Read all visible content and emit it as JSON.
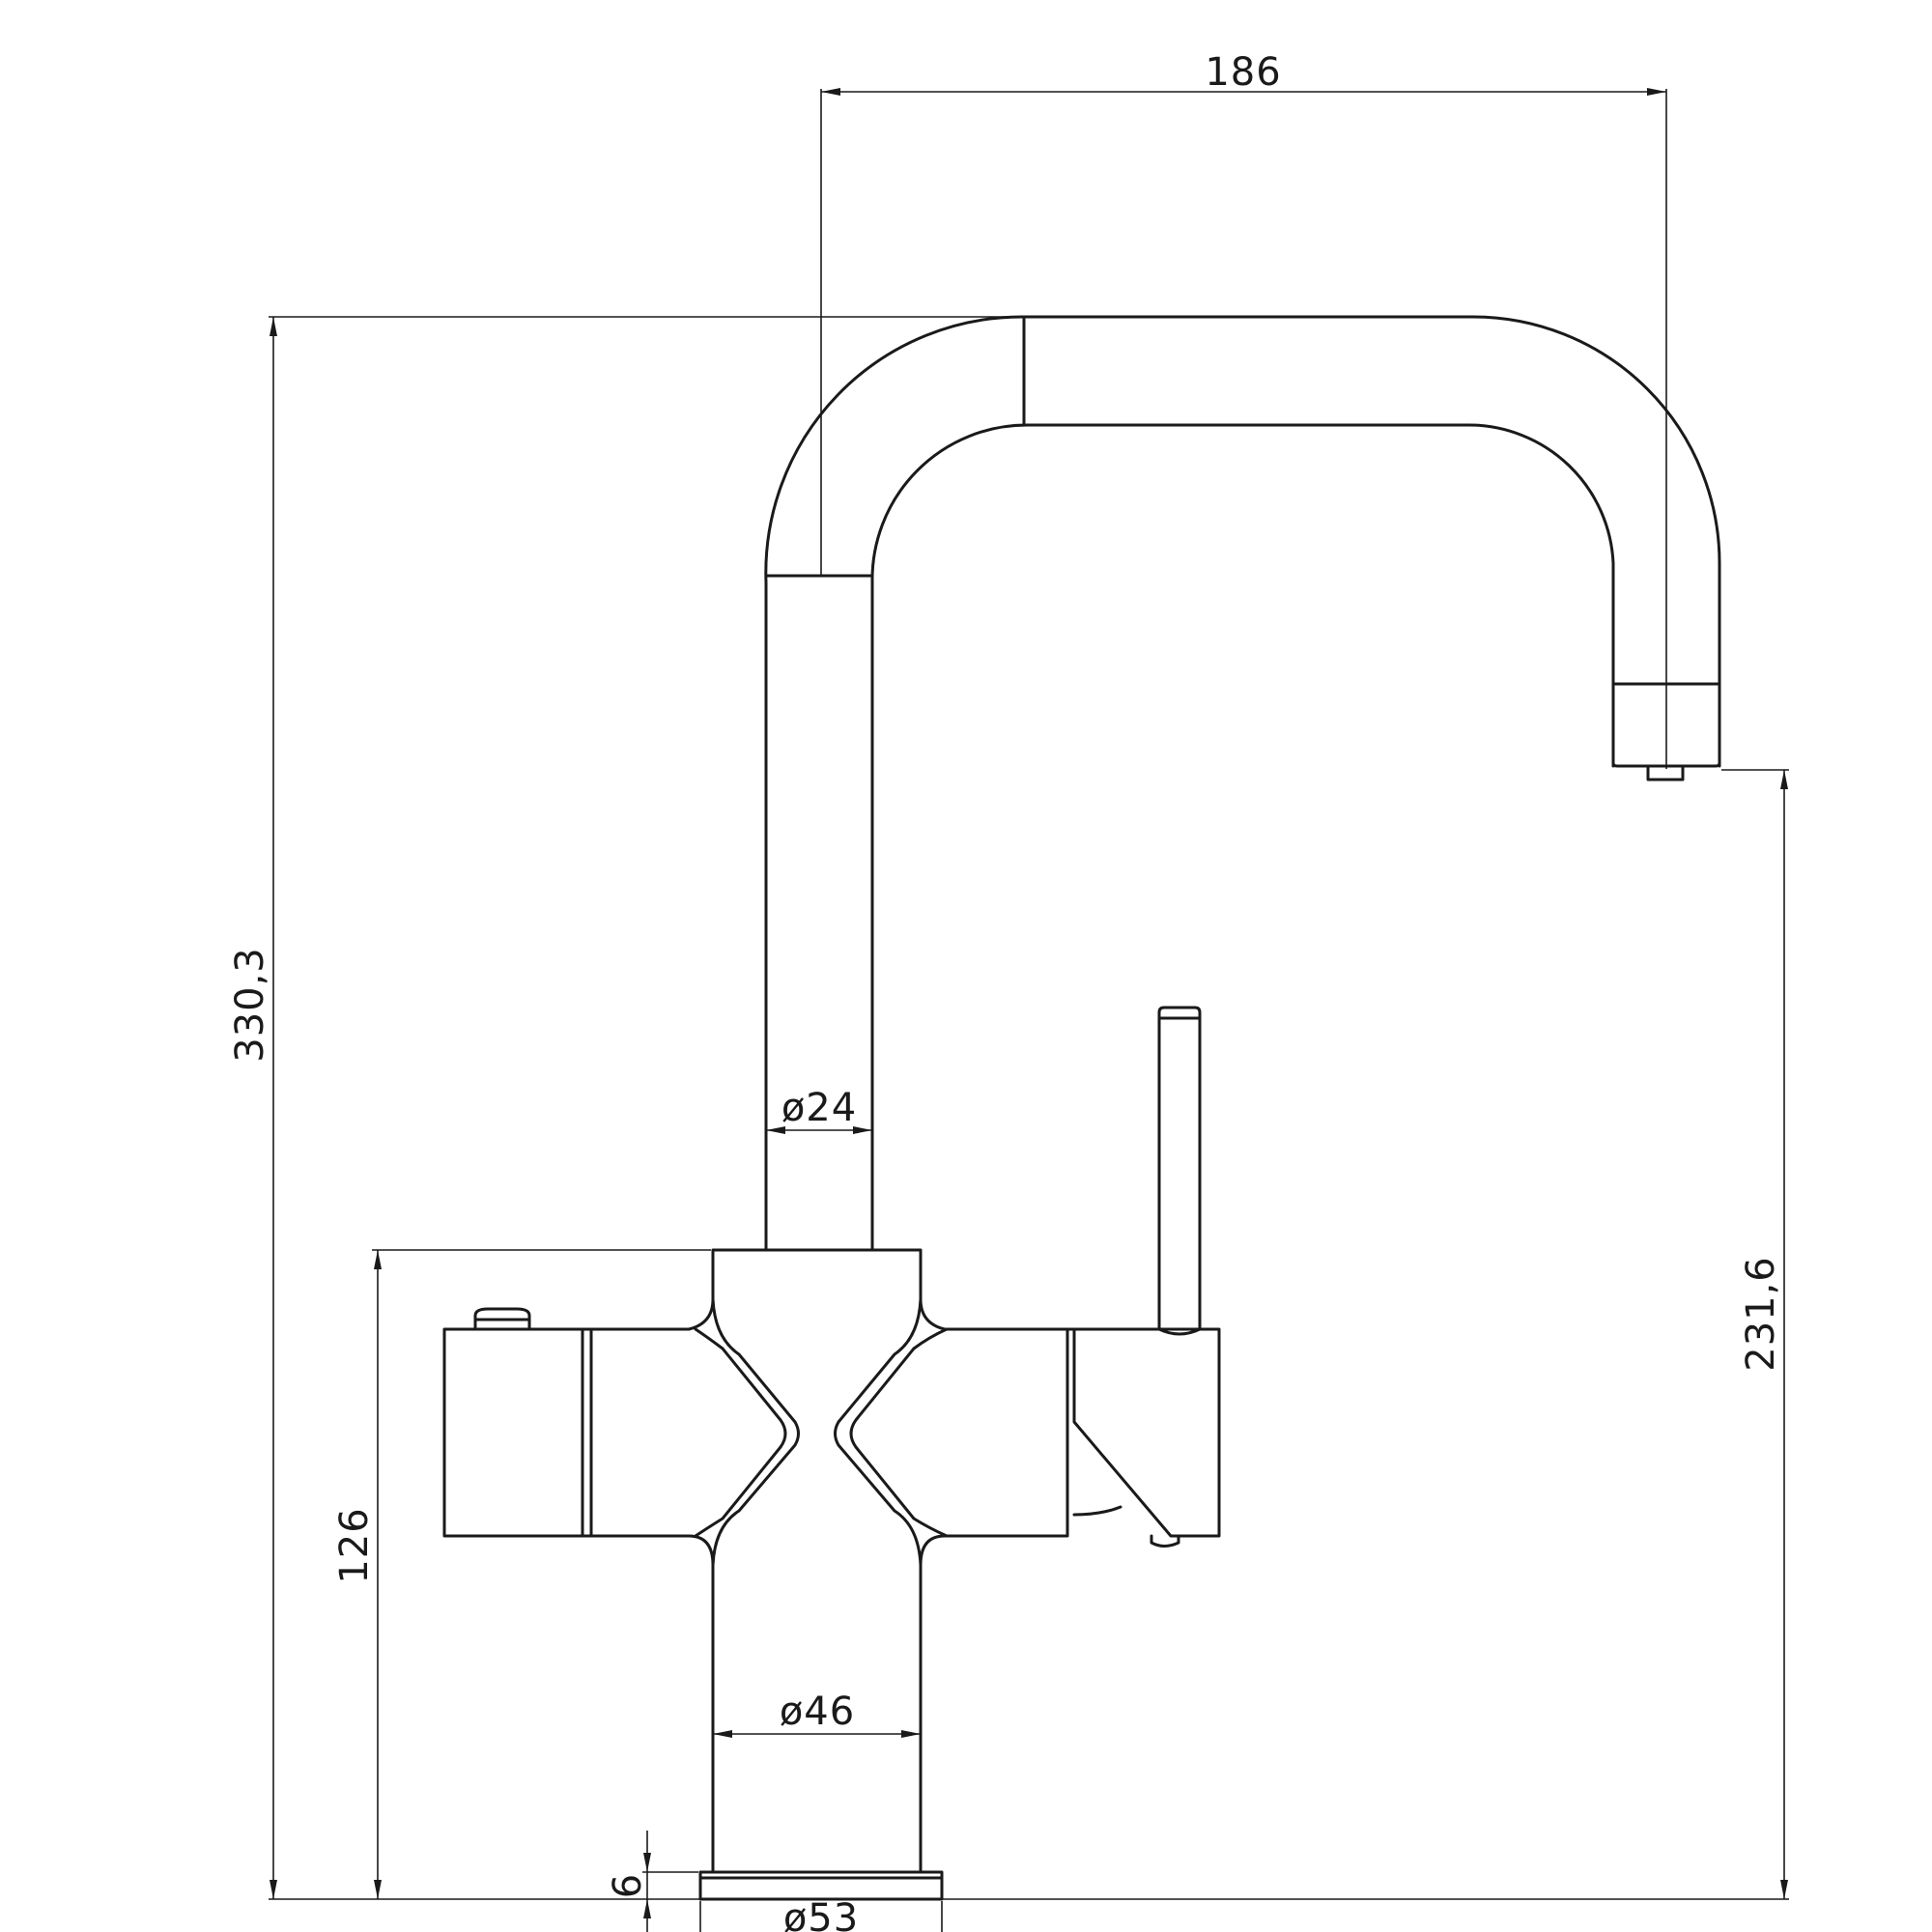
{
  "dimensions": {
    "spout_reach": "186",
    "total_height": "330,3",
    "spout_outlet_height": "231,6",
    "body_height": "126",
    "spout_tube_diameter": "ø24",
    "body_diameter": "ø46",
    "base_diameter": "ø53",
    "base_thickness": "6"
  },
  "colors": {
    "line": "#1a1a1a",
    "background": "#ffffff"
  }
}
